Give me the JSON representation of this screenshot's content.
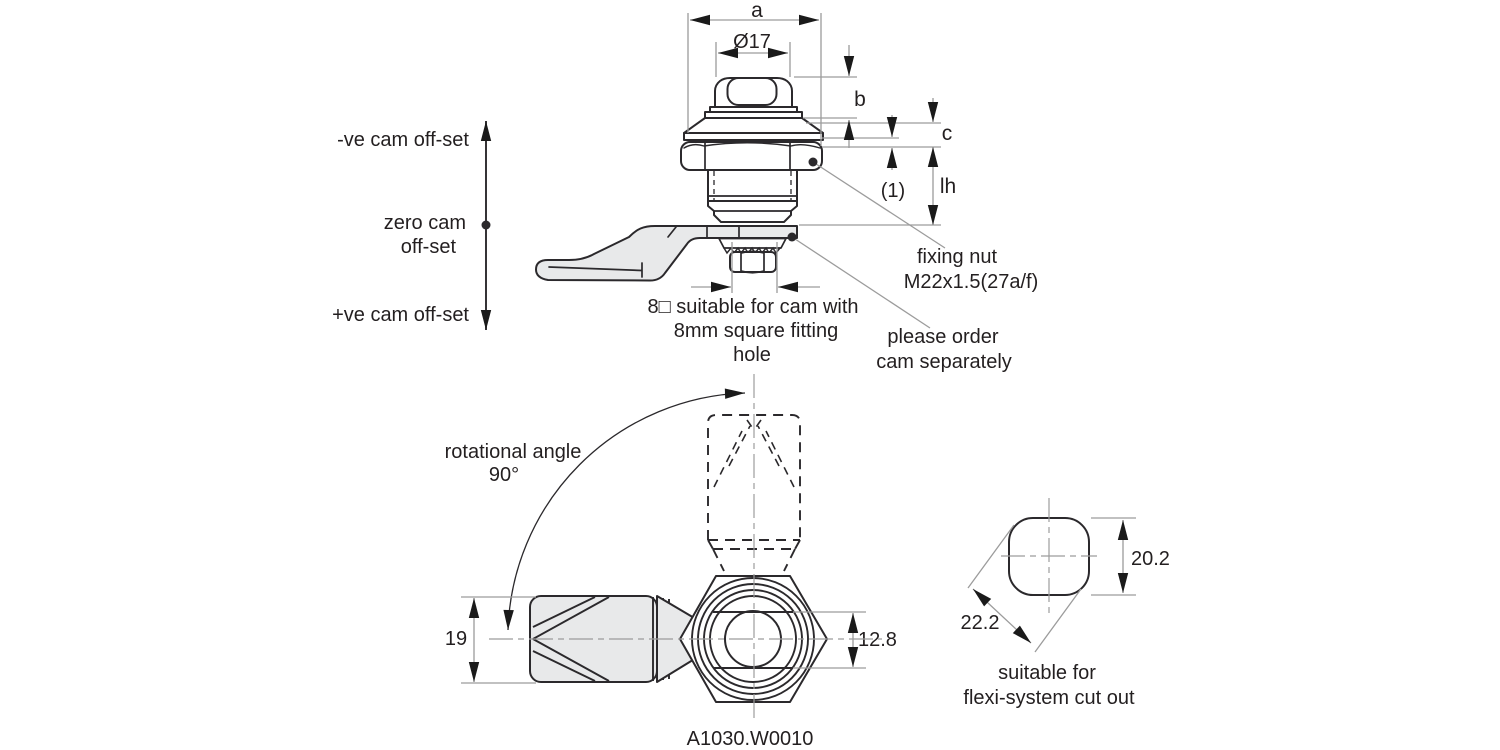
{
  "colors": {
    "bg": "#ffffff",
    "line": "#2b292c",
    "dim": "#9c9c9c",
    "fill": "#e8e9ea",
    "text": "#231f20",
    "arrow": "#1a1a1a"
  },
  "side_view": {
    "dims": {
      "a": "a",
      "dia": "Ø17",
      "b": "b",
      "c": "c",
      "one": "(1)",
      "lh": "lh"
    },
    "offset": {
      "neg": "-ve cam off-set",
      "zero1": "zero cam",
      "zero2": "off-set",
      "pos": "+ve cam off-set"
    },
    "square_note": {
      "l1": "8□ suitable for cam with",
      "l2": "8mm square fitting",
      "l3": "hole"
    },
    "fixing_note": {
      "l1": "fixing nut",
      "l2": "M22x1.5(27a/f)"
    },
    "order_note": {
      "l1": "please order",
      "l2": "cam separately"
    }
  },
  "bottom_view": {
    "rotation": {
      "l1": "rotational angle",
      "l2": "90°"
    },
    "dims": {
      "width": "19",
      "square": "12.8"
    }
  },
  "cutout": {
    "dims": {
      "height": "20.2",
      "diagonal": "22.2"
    },
    "caption": {
      "l1": "suitable for",
      "l2": "flexi-system cut out"
    }
  },
  "part_number": "A1030.W0010"
}
